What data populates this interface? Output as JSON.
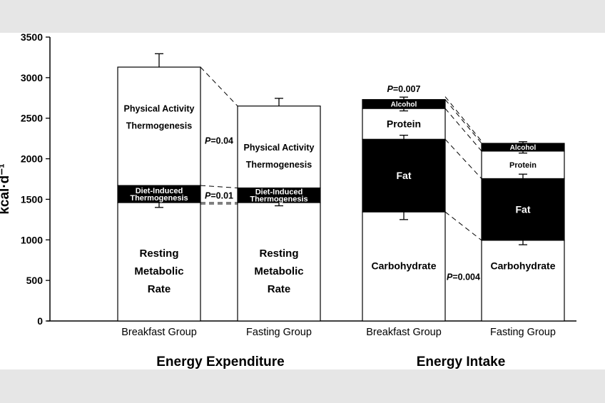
{
  "chart_data": {
    "type": "bar",
    "stacked": true,
    "ylabel": "kcal·d⁻¹",
    "ylim": [
      0,
      3500
    ],
    "yticks": [
      0,
      500,
      1000,
      1500,
      2000,
      2500,
      3000,
      3500
    ],
    "grid": false,
    "panels": [
      {
        "label": "Energy Expenditure",
        "bars": [
          {
            "name": "Breakfast Group",
            "error_value": 3295,
            "segments": [
              {
                "lines": [
                  "Resting",
                  "Metabolic",
                  "Rate"
                ],
                "from": 0,
                "to": 1460,
                "fill": "#ffffff",
                "error_value": 1400
              },
              {
                "lines": [
                  "Diet-Induced",
                  "Thermogenesis"
                ],
                "from": 1460,
                "to": 1670,
                "fill": "#000000"
              },
              {
                "lines": [
                  "Physical Activity",
                  "Thermogenesis"
                ],
                "from": 1670,
                "to": 3130,
                "fill": "#ffffff"
              }
            ]
          },
          {
            "name": "Fasting Group",
            "error_value": 2745,
            "segments": [
              {
                "lines": [
                  "Resting",
                  "Metabolic",
                  "Rate"
                ],
                "from": 0,
                "to": 1460,
                "fill": "#ffffff",
                "error_value": 1420
              },
              {
                "lines": [
                  "Diet-Induced",
                  "Thermogenesis"
                ],
                "from": 1460,
                "to": 1640,
                "fill": "#000000"
              },
              {
                "lines": [
                  "Physical Activity",
                  "Thermogenesis"
                ],
                "from": 1640,
                "to": 2650,
                "fill": "#ffffff"
              }
            ]
          }
        ],
        "annotations": [
          {
            "text_p": "P",
            "text_rest": "=0.04",
            "at": 2220
          },
          {
            "text_p": "P",
            "text_rest": "=0.01",
            "at": 1545
          }
        ]
      },
      {
        "label": "Energy Intake",
        "bars": [
          {
            "name": "Breakfast Group",
            "error_value": 2760,
            "segments": [
              {
                "lines": [
                  "Carbohydrate"
                ],
                "from": 0,
                "to": 1345,
                "fill": "#ffffff",
                "error_value": 1250
              },
              {
                "lines": [
                  "Fat"
                ],
                "from": 1345,
                "to": 2240,
                "fill": "#000000",
                "error_value": 2290
              },
              {
                "lines": [
                  "Protein"
                ],
                "from": 2240,
                "to": 2620,
                "fill": "#ffffff",
                "error_value": 2590
              },
              {
                "lines": [
                  "Alcohol"
                ],
                "from": 2620,
                "to": 2730,
                "fill": "#000000"
              }
            ]
          },
          {
            "name": "Fasting Group",
            "error_value": 2210,
            "segments": [
              {
                "lines": [
                  "Carbohydrate"
                ],
                "from": 0,
                "to": 995,
                "fill": "#ffffff",
                "error_value": 940
              },
              {
                "lines": [
                  "Fat"
                ],
                "from": 995,
                "to": 1755,
                "fill": "#000000",
                "error_value": 1810
              },
              {
                "lines": [
                  "Protein"
                ],
                "from": 1755,
                "to": 2095,
                "fill": "#ffffff",
                "error_value": 2070
              },
              {
                "lines": [
                  "Alcohol"
                ],
                "from": 2095,
                "to": 2190,
                "fill": "#000000"
              }
            ]
          }
        ],
        "annotations": [
          {
            "text_p": "P",
            "text_rest": "=0.007",
            "at": 2860
          },
          {
            "text_p": "P",
            "text_rest": "=0.004",
            "at": 540
          }
        ]
      }
    ]
  }
}
